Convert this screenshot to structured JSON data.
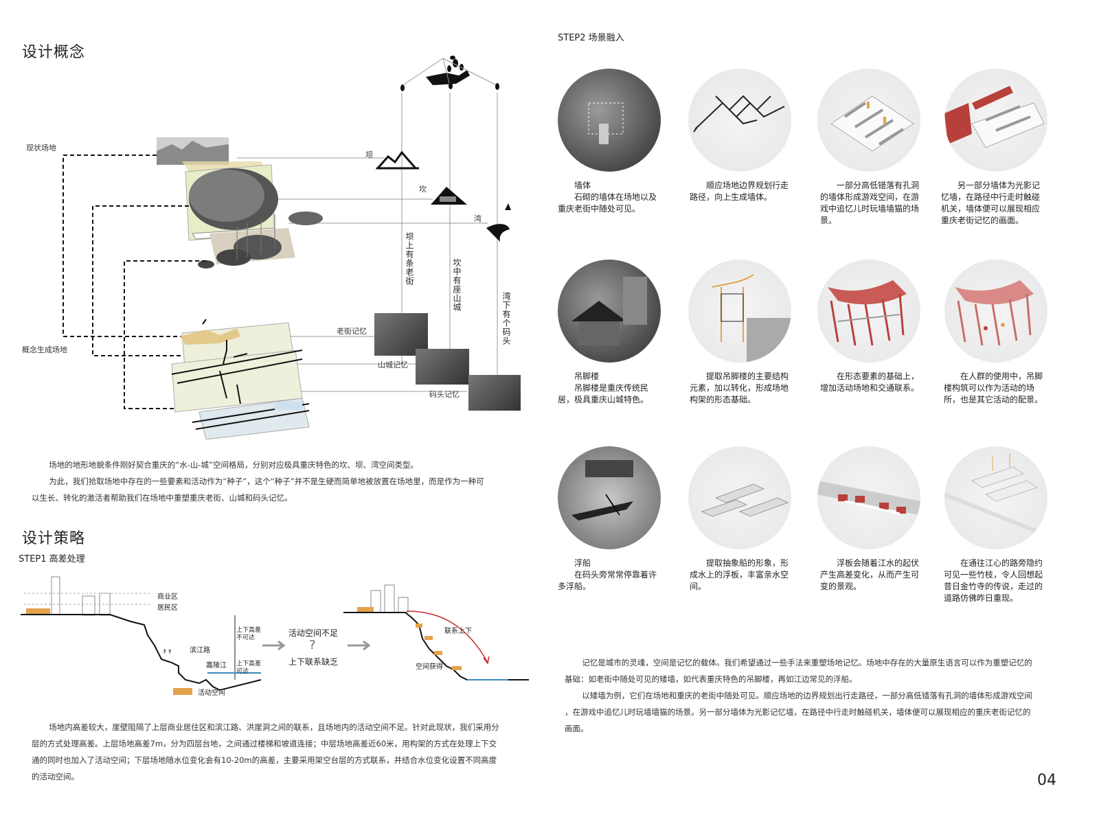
{
  "left": {
    "title_concept": "设计概念",
    "label_current_site": "现状场地",
    "label_concept_site": "概念生成场地",
    "label_ba": "坝",
    "label_kan": "坎",
    "label_wan": "湾",
    "vert_ba": "坝上有条老街",
    "vert_kan": "坎中有座山城",
    "vert_wan": "湾下有个码头",
    "mem_oldstreet": "老街记忆",
    "mem_mountain": "山城记忆",
    "mem_dock": "码头记忆",
    "concept_para": [
      "场地的地形地貌条件刚好契合重庆的“水-山-城”空间格局，分别对应极具重庆特色的坎、坝、湾空间类型。",
      "为此，我们拾取场地中存在的一些要素和活动作为“种子”，这个“种子”并不是生硬而简单地被放置在场地里，而是作为一种可",
      "以生长、转化的激活者帮助我们在场地中重塑重庆老街、山城和码头记忆。"
    ],
    "title_strategy": "设计策略",
    "step1": "STEP1 高差处理",
    "sec_commercial": "商业区",
    "sec_residential": "居民区",
    "sec_binjiang": "滨江路",
    "sec_jialing": "嘉陵江",
    "sec_updown1": "上下高差\n不可达",
    "sec_updown2": "上下高差\n可达",
    "sec_lack_space": "活动空间不足",
    "sec_lack_link": "上下联系缺乏",
    "sec_link": "联系上下",
    "sec_gain": "空间获得",
    "legend_activity": "活动空间",
    "step1_para": [
      "场地内高差较大，崖壁阻隔了上层商业居住区和滨江路、洪崖洞之间的联系，且场地内的活动空间不足。针对此现状，我们采用分",
      "层的方式处理高差。上层场地高差7m，分为四层台地，之间通过楼梯和坡道连接；中层场地高差近60米，用构架的方式在处理上下交",
      "通的同时也加入了活动空间；下层场地随水位变化会有10-20m的高差，主要采用架空台层的方式联系，并结合水位变化设置不同高度",
      "的活动空间。"
    ]
  },
  "right": {
    "step2": "STEP2 场景融入",
    "row1": [
      {
        "title": "墙体",
        "body": "石砌的墙体在场地以及重庆老街中随处可见。"
      },
      {
        "title": "",
        "body": "顺应场地边界规划行走路径，向上生成墙体。"
      },
      {
        "title": "",
        "body": "一部分高低错落有孔洞的墙体形成游戏空间，在游戏中追忆儿时玩墙墙猫的场景。"
      },
      {
        "title": "",
        "body": "另一部分墙体为光影记忆墙，在路径中行走时触碰机关，墙体便可以展现相应重庆老街记忆的画面。"
      }
    ],
    "row2": [
      {
        "title": "吊脚楼",
        "body": "吊脚楼是重庆传统民居，极具重庆山城特色。"
      },
      {
        "title": "",
        "body": "提取吊脚楼的主要结构元素，加以转化，形成场地构架的形态基础。"
      },
      {
        "title": "",
        "body": "在形态要素的基础上，增加活动场地和交通联系。"
      },
      {
        "title": "",
        "body": "在人群的使用中，吊脚楼构筑可以作为活动的场所，也是其它活动的配景。"
      }
    ],
    "row3": [
      {
        "title": "浮船",
        "body": "在码头旁常常停靠着许多浮船。"
      },
      {
        "title": "",
        "body": "提取抽象船的形象，形成水上的浮板，丰富亲水空间。"
      },
      {
        "title": "",
        "body": "浮板会随着江水的起伏产生高差变化，从而产生可变的景观。"
      },
      {
        "title": "",
        "body": "在通往江心的路旁隐约可见一些竹枝，令人回想起昔日金竹寺的传说，走过的道路仿佛昨日重现。"
      }
    ],
    "memory_para": [
      "记忆是城市的灵魂，空间是记忆的载体。我们希望通过一些手法来重塑场地记忆。场地中存在的大量原生语言可以作为重塑记忆的",
      "基础：如老街中随处可见的矮墙，如代表重庆特色的吊脚楼，再如江边常见的浮船。",
      "以矮墙为例，它们在场地和重庆的老街中随处可见。顺应场地的边界规划出行走路径，一部分高低错落有孔洞的墙体形成游戏空间",
      "，在游戏中追忆儿时玩墙墙猫的场景。另一部分墙体为光影记忆墙，在路径中行走时触碰机关，墙体便可以展现相应的重庆老街记忆的",
      "画面。"
    ]
  },
  "page_number": "04",
  "colors": {
    "accent_orange": "#e3a24b",
    "accent_red": "#b8403a",
    "arrow_red": "#c0282d"
  }
}
